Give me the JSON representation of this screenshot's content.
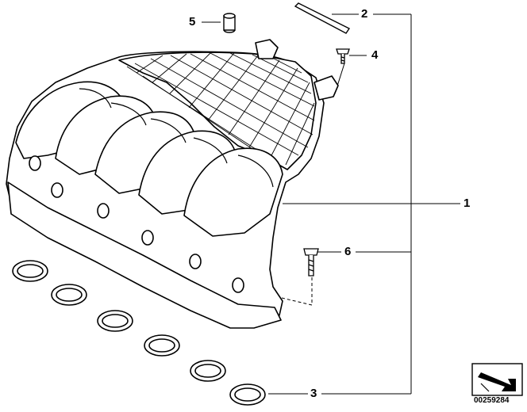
{
  "callouts": [
    {
      "id": "callout-1",
      "label": "1"
    },
    {
      "id": "callout-2",
      "label": "2"
    },
    {
      "id": "callout-3",
      "label": "3"
    },
    {
      "id": "callout-4",
      "label": "4"
    },
    {
      "id": "callout-5",
      "label": "5"
    },
    {
      "id": "callout-6",
      "label": "6"
    }
  ],
  "part_number": "00259284",
  "nav_icon": "forward-arrow-icon"
}
